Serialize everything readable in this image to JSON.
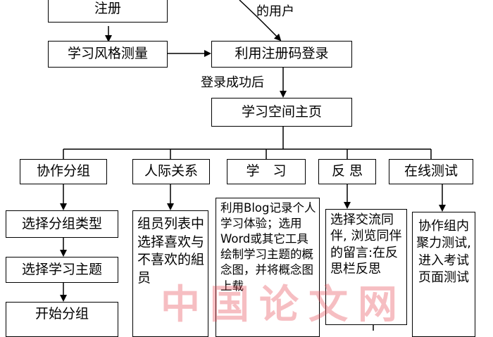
{
  "diagram": {
    "register": "注册",
    "registered_users": "的用户",
    "style_test": "学习风格测量",
    "login_code": "利用注册码登录",
    "login_success": "登录成功后",
    "home": "学习空间主页",
    "branches": {
      "group": "协作分组",
      "relations": "人际关系",
      "study": "学　习",
      "reflect": "反 思",
      "online_test": "在线测试"
    },
    "group_steps": [
      "选择分组类型",
      "选择学习主题",
      "开始分组"
    ],
    "relations_detail": "组员列表中选择喜欢与不喜欢的組员",
    "study_detail": "利用Blog记录个人学习体验；选用Word或其它工具绘制学习主题的概念图，并将概念图上载",
    "reflect_detail": "选择交流同伴, 浏览同伴的留言:在反思栏反思",
    "test_detail": "协作组内聚力测试, 进入考试页面测试"
  },
  "watermark": "中国论文网"
}
